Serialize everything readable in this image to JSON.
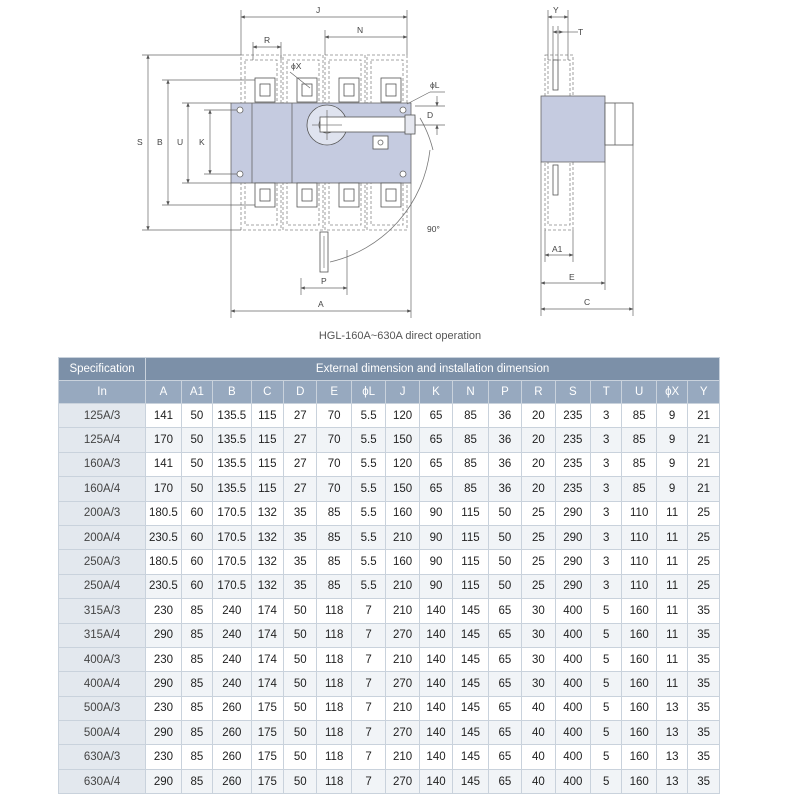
{
  "drawing": {
    "labels": {
      "J": "J",
      "R": "R",
      "N": "N",
      "X": "ϕX",
      "L": "ϕL",
      "D": "D",
      "S": "S",
      "B": "B",
      "U": "U",
      "K": "K",
      "angle": "90°",
      "P": "P",
      "A": "A",
      "Y": "Y",
      "T": "T",
      "A1": "A1",
      "E": "E",
      "C": "C"
    },
    "caption": "HGL-160A~630A direct operation"
  },
  "table": {
    "spec_header": "Specification",
    "group_header": "External dimension and installation dimension",
    "in_header": "In",
    "columns": [
      "A",
      "A1",
      "B",
      "C",
      "D",
      "E",
      "ϕL",
      "J",
      "K",
      "N",
      "P",
      "R",
      "S",
      "T",
      "U",
      "ϕX",
      "Y"
    ],
    "rows": [
      [
        "125A/3",
        "141",
        "50",
        "135.5",
        "115",
        "27",
        "70",
        "5.5",
        "120",
        "65",
        "85",
        "36",
        "20",
        "235",
        "3",
        "85",
        "9",
        "21"
      ],
      [
        "125A/4",
        "170",
        "50",
        "135.5",
        "115",
        "27",
        "70",
        "5.5",
        "150",
        "65",
        "85",
        "36",
        "20",
        "235",
        "3",
        "85",
        "9",
        "21"
      ],
      [
        "160A/3",
        "141",
        "50",
        "135.5",
        "115",
        "27",
        "70",
        "5.5",
        "120",
        "65",
        "85",
        "36",
        "20",
        "235",
        "3",
        "85",
        "9",
        "21"
      ],
      [
        "160A/4",
        "170",
        "50",
        "135.5",
        "115",
        "27",
        "70",
        "5.5",
        "150",
        "65",
        "85",
        "36",
        "20",
        "235",
        "3",
        "85",
        "9",
        "21"
      ],
      [
        "200A/3",
        "180.5",
        "60",
        "170.5",
        "132",
        "35",
        "85",
        "5.5",
        "160",
        "90",
        "115",
        "50",
        "25",
        "290",
        "3",
        "110",
        "11",
        "25"
      ],
      [
        "200A/4",
        "230.5",
        "60",
        "170.5",
        "132",
        "35",
        "85",
        "5.5",
        "210",
        "90",
        "115",
        "50",
        "25",
        "290",
        "3",
        "110",
        "11",
        "25"
      ],
      [
        "250A/3",
        "180.5",
        "60",
        "170.5",
        "132",
        "35",
        "85",
        "5.5",
        "160",
        "90",
        "115",
        "50",
        "25",
        "290",
        "3",
        "110",
        "11",
        "25"
      ],
      [
        "250A/4",
        "230.5",
        "60",
        "170.5",
        "132",
        "35",
        "85",
        "5.5",
        "210",
        "90",
        "115",
        "50",
        "25",
        "290",
        "3",
        "110",
        "11",
        "25"
      ],
      [
        "315A/3",
        "230",
        "85",
        "240",
        "174",
        "50",
        "118",
        "7",
        "210",
        "140",
        "145",
        "65",
        "30",
        "400",
        "5",
        "160",
        "11",
        "35"
      ],
      [
        "315A/4",
        "290",
        "85",
        "240",
        "174",
        "50",
        "118",
        "7",
        "270",
        "140",
        "145",
        "65",
        "30",
        "400",
        "5",
        "160",
        "11",
        "35"
      ],
      [
        "400A/3",
        "230",
        "85",
        "240",
        "174",
        "50",
        "118",
        "7",
        "210",
        "140",
        "145",
        "65",
        "30",
        "400",
        "5",
        "160",
        "11",
        "35"
      ],
      [
        "400A/4",
        "290",
        "85",
        "240",
        "174",
        "50",
        "118",
        "7",
        "270",
        "140",
        "145",
        "65",
        "30",
        "400",
        "5",
        "160",
        "11",
        "35"
      ],
      [
        "500A/3",
        "230",
        "85",
        "260",
        "175",
        "50",
        "118",
        "7",
        "210",
        "140",
        "145",
        "65",
        "40",
        "400",
        "5",
        "160",
        "13",
        "35"
      ],
      [
        "500A/4",
        "290",
        "85",
        "260",
        "175",
        "50",
        "118",
        "7",
        "270",
        "140",
        "145",
        "65",
        "40",
        "400",
        "5",
        "160",
        "13",
        "35"
      ],
      [
        "630A/3",
        "230",
        "85",
        "260",
        "175",
        "50",
        "118",
        "7",
        "210",
        "140",
        "145",
        "65",
        "40",
        "400",
        "5",
        "160",
        "13",
        "35"
      ],
      [
        "630A/4",
        "290",
        "85",
        "260",
        "175",
        "50",
        "118",
        "7",
        "270",
        "140",
        "145",
        "65",
        "40",
        "400",
        "5",
        "160",
        "13",
        "35"
      ]
    ]
  }
}
